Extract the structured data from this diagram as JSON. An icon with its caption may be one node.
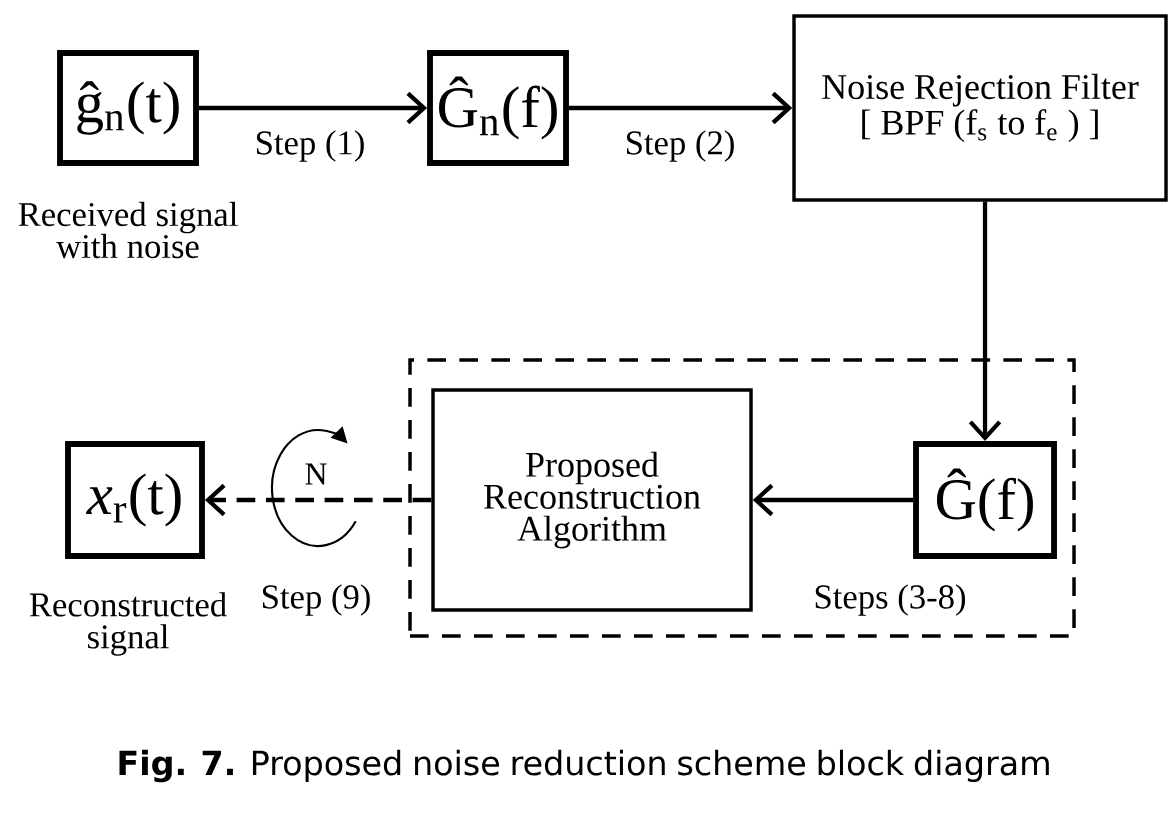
{
  "diagram": {
    "caption": "**Fig. 7.** Proposed noise reduction scheme block diagram",
    "nodes": [
      {
        "text": [
          "ĝ$_{n}$(t)"
        ],
        "beside": [
          "Received signal with noise"
        ]
      },
      {
        "text": [
          "Ĝ$_{n}$(f)"
        ]
      },
      {
        "text": [
          "Noise Rejection Filter",
          "[ BPF (f$_{s}$ to f$_{e}$ ) ]"
        ]
      },
      {
        "text": [],
        "shape": "box"
      },
      {
        "text": [
          "Proposed Reconstruction Algorithm"
        ],
        "in": 3
      },
      {
        "text": [
          "Ĝ(f)"
        ],
        "in": 3
      },
      {
        "text": [
          "*x*$_{r}$(t)"
        ],
        "beside": [
          "Reconstructed signal"
        ]
      }
    ],
    "edges": [
      {
        "from": 0,
        "to": 1,
        "arrow": "to",
        "label": "Step (1)"
      },
      {
        "from": 1,
        "to": 2,
        "arrow": "to",
        "label": "Step (2)"
      },
      {
        "from": 2,
        "to": 5,
        "arrow": "to"
      },
      {
        "from": 5,
        "to": 4,
        "arrow": "to",
        "label": "Steps (3-8)"
      },
      {
        "from": 4,
        "to": 6,
        "arrow": "to",
        "label": "Step (9)",
        "style": "dashed"
      }
    ],
    "labels": [
      "N"
    ]
  }
}
